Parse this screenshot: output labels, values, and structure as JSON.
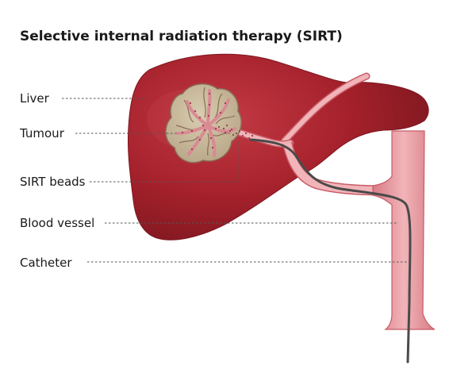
{
  "title": "Selective internal radiation therapy (SIRT)",
  "labels": {
    "liver": "Liver",
    "tumour": "Tumour",
    "sirt_beads": "SIRT beads",
    "blood_vessel": "Blood vessel",
    "catheter": "Catheter"
  },
  "colors": {
    "liver": "#a5212b",
    "liver_shadow": "#7d1720",
    "tumour": "#c8b898",
    "tumour_outline": "#8a6c58",
    "vessel": "#e8a2a6",
    "vessel_outline": "#c85a66",
    "beads": "#9a3a4a",
    "catheter": "#4a4a4a"
  }
}
